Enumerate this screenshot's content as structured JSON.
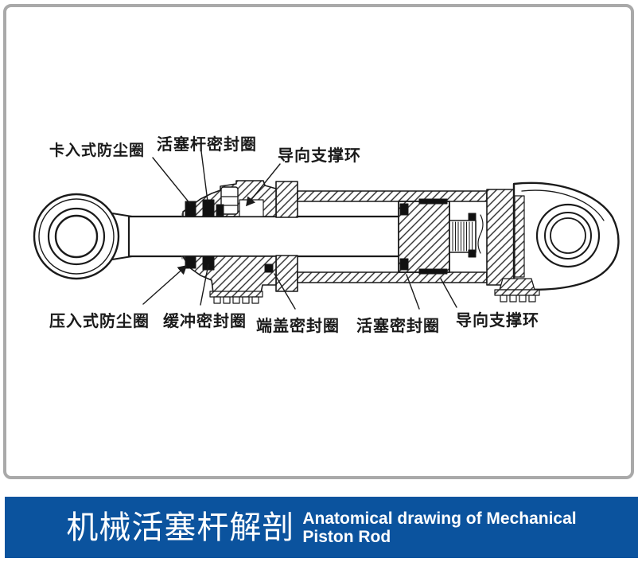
{
  "frame": {
    "border_color": "#a9a9a9",
    "background_color": "#ffffff"
  },
  "diagram": {
    "name": "hydraulic piston rod cross-section",
    "line_color": "#1a1a1a",
    "labels": {
      "top": [
        {
          "text": "卡入式防尘圈"
        },
        {
          "text": "活塞杆密封圈"
        },
        {
          "text": "导向支撑环"
        }
      ],
      "bottom": [
        {
          "text": "压入式防尘圈"
        },
        {
          "text": "缓冲密封圈"
        },
        {
          "text": "端盖密封圈"
        },
        {
          "text": "活塞密封圈"
        },
        {
          "text": "导向支撑环"
        }
      ]
    }
  },
  "footer": {
    "title_zh": "机械活塞杆解剖",
    "title_en_line1": "Anatomical drawing of Mechanical",
    "title_en_line2": "Piston Rod",
    "background_color": "#0b539e",
    "text_color": "#ffffff"
  }
}
